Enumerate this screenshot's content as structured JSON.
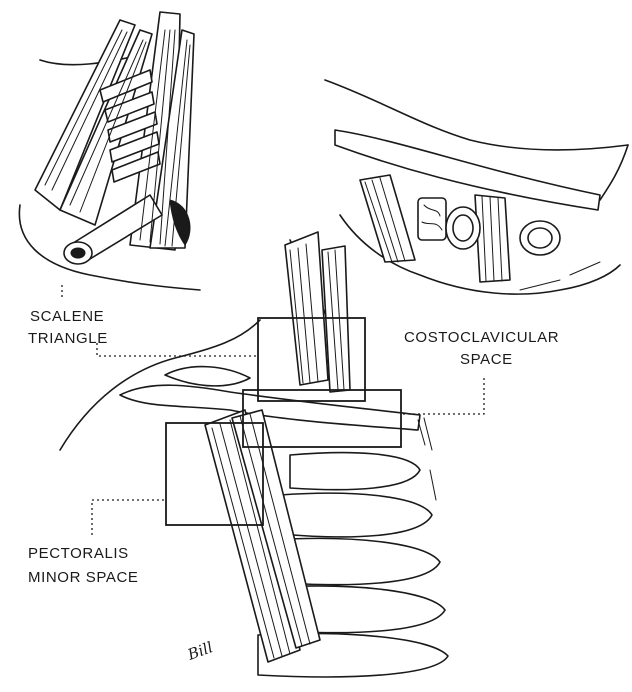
{
  "labels": {
    "scalene_line1": "SCALENE",
    "scalene_line2": "TRIANGLE",
    "costo_line1": "COSTOCLAVICULAR",
    "costo_line2": "SPACE",
    "pect_line1": "PECTORALIS",
    "pect_line2": "MINOR SPACE"
  },
  "signature": "Bill",
  "ink_color": "#1a1a1a",
  "background": "#ffffff"
}
